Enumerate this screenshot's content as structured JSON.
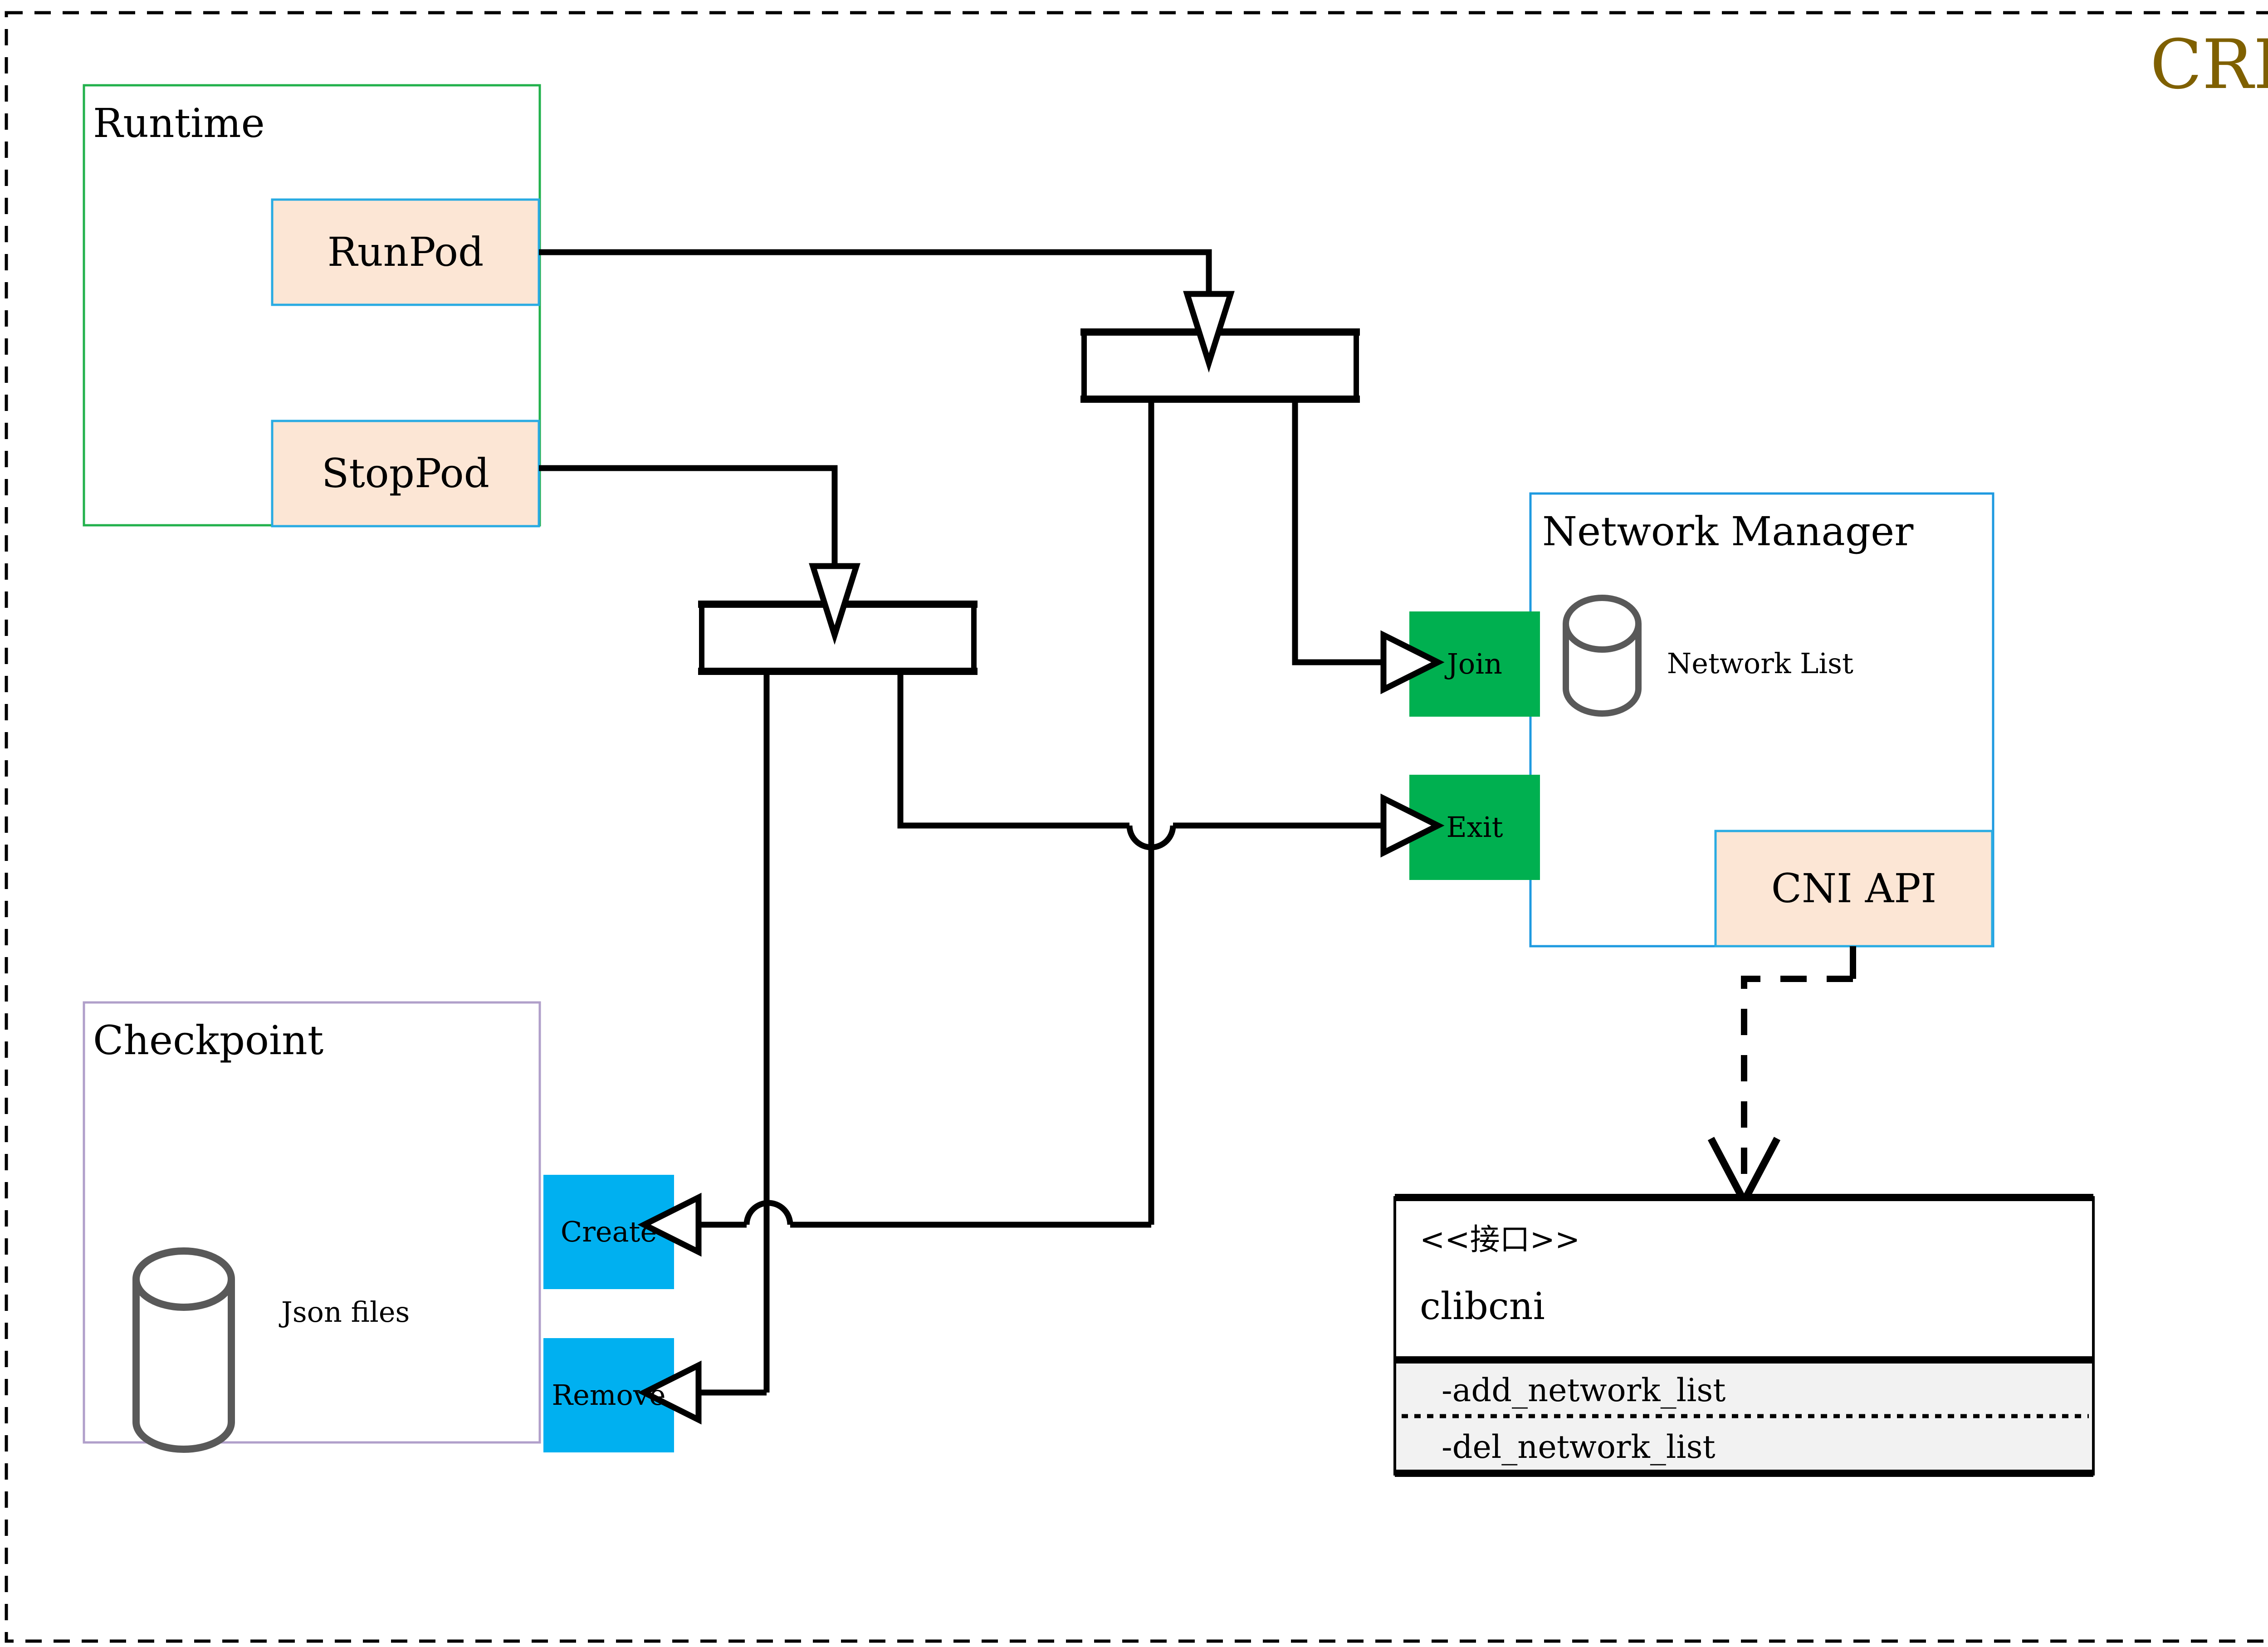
{
  "diagram": {
    "title": "CRI",
    "title_color": "#7f6000",
    "outer_border": "dashed"
  },
  "groups": [
    {
      "id": "runtime",
      "label": "Runtime",
      "border_color": "#22b14c"
    },
    {
      "id": "checkpoint",
      "label": "Checkpoint",
      "border_color": "#b09fca"
    },
    {
      "id": "netmgr",
      "label": "Network Manager",
      "border_color": "#1e9ae0"
    }
  ],
  "runtime": {
    "label": "Runtime",
    "operations": [
      {
        "label": "RunPod",
        "fill": "#fce6d5",
        "border": "#29abe2"
      },
      {
        "label": "StopPod",
        "fill": "#fce6d5",
        "border": "#29abe2"
      }
    ]
  },
  "checkpoint": {
    "label": "Checkpoint",
    "store": {
      "label": "Json files",
      "shape": "cylinder",
      "stroke": "#595959"
    },
    "operations": [
      {
        "label": "Create",
        "fill": "#00b0f0"
      },
      {
        "label": "Remove",
        "fill": "#00b0f0"
      }
    ]
  },
  "network_manager": {
    "label": "Network Manager",
    "store": {
      "label": "Network List",
      "shape": "cylinder",
      "stroke": "#595959"
    },
    "ports": [
      {
        "label": "Join",
        "fill": "#00b050"
      },
      {
        "label": "Exit",
        "fill": "#00b050"
      }
    ],
    "api": {
      "label": "CNI API",
      "fill": "#fce6d5",
      "border": "#29abe2"
    }
  },
  "interface": {
    "stereotype": "<<接口>>",
    "name": "clibcni",
    "operations": [
      "-add_network_list",
      "-del_network_list"
    ]
  },
  "forks": [
    {
      "id": "fork-upper",
      "label": ""
    },
    {
      "id": "fork-lower",
      "label": ""
    }
  ]
}
